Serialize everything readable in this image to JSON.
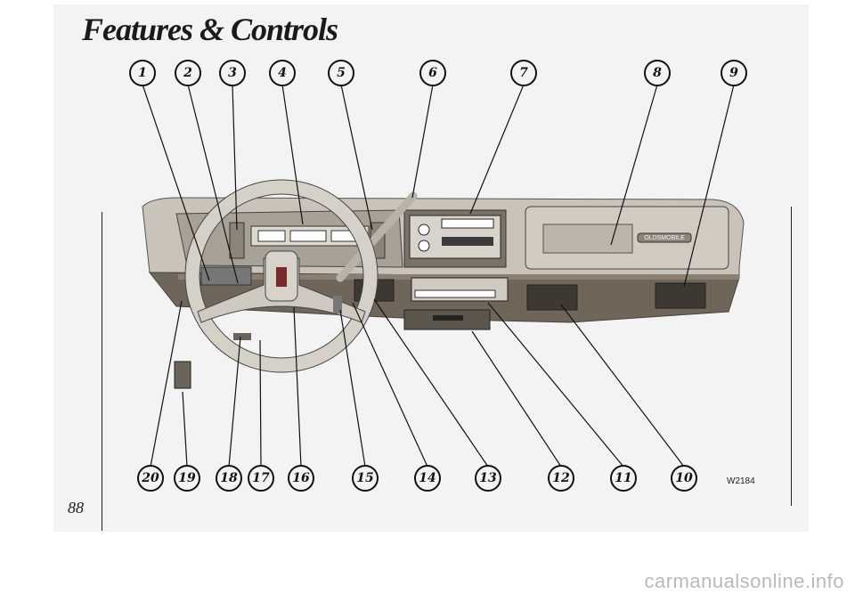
{
  "page": {
    "title": "Features & Controls",
    "page_number": "88",
    "figure_code": "W2184"
  },
  "callouts_top": [
    "1",
    "2",
    "3",
    "4",
    "5",
    "6",
    "7",
    "8",
    "9"
  ],
  "callouts_bottom": [
    "20",
    "19",
    "18",
    "17",
    "16",
    "15",
    "14",
    "13",
    "12",
    "11",
    "10"
  ],
  "glovebox_badge": "OLDSMOBILE",
  "watermark": "carmanualsonline.info"
}
